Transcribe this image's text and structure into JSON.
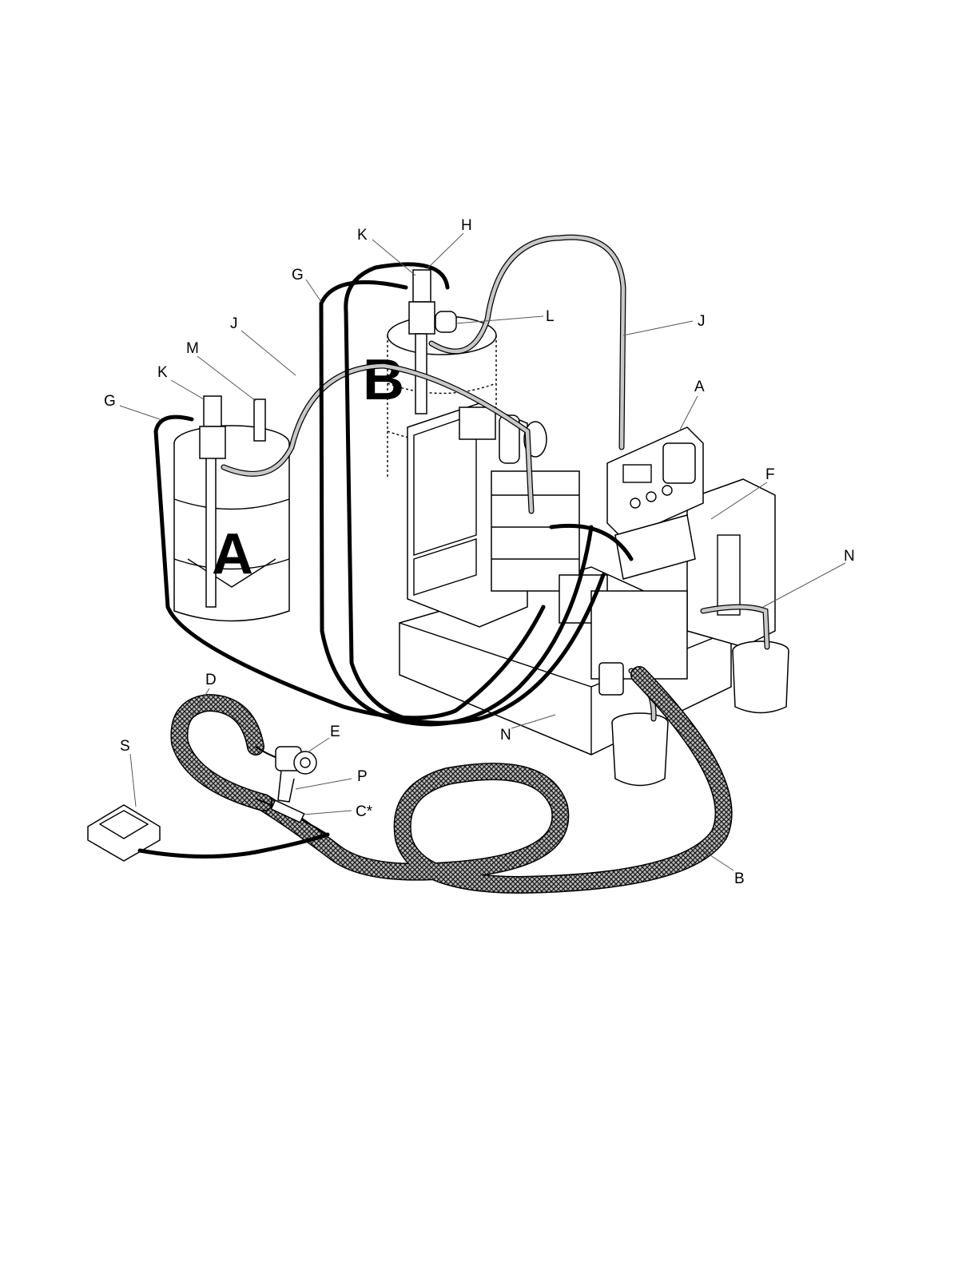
{
  "callouts": [
    {
      "id": "K_b",
      "text": "K"
    },
    {
      "id": "H",
      "text": "H"
    },
    {
      "id": "G_b",
      "text": "G"
    },
    {
      "id": "L",
      "text": "L"
    },
    {
      "id": "J_r",
      "text": "J"
    },
    {
      "id": "J_l",
      "text": "J"
    },
    {
      "id": "M",
      "text": "M"
    },
    {
      "id": "K_a",
      "text": "K"
    },
    {
      "id": "G_a",
      "text": "G"
    },
    {
      "id": "A_r",
      "text": "A"
    },
    {
      "id": "F",
      "text": "F"
    },
    {
      "id": "N_r",
      "text": "N"
    },
    {
      "id": "D",
      "text": "D"
    },
    {
      "id": "E",
      "text": "E"
    },
    {
      "id": "S",
      "text": "S"
    },
    {
      "id": "P",
      "text": "P"
    },
    {
      "id": "C",
      "text": "C*"
    },
    {
      "id": "N_b",
      "text": "N"
    },
    {
      "id": "B",
      "text": "B"
    }
  ],
  "drum_labels": {
    "a": "A",
    "b": "B"
  },
  "colors": {
    "line": "#000000",
    "hose_grey": "#c8c8c8",
    "background": "#ffffff"
  }
}
